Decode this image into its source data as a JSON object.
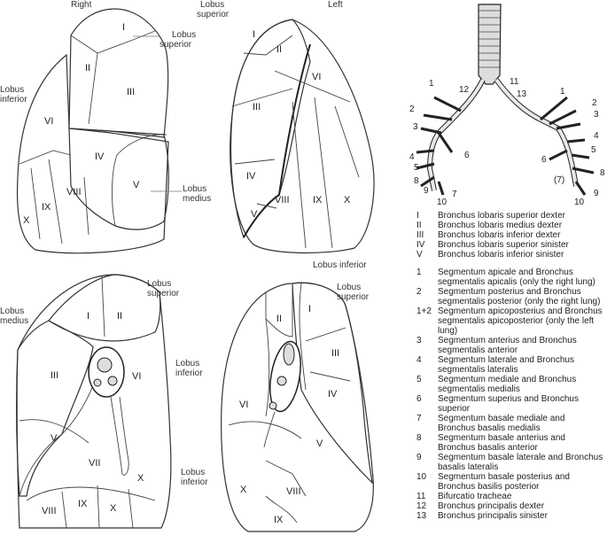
{
  "labels": {
    "right": "Right",
    "left": "Left",
    "lobus_superior": "Lobus superior",
    "lobus_inferior": "Lobus inferior",
    "lobus_medius": "Lobus medius"
  },
  "lobe_legend": [
    {
      "key": "I",
      "text": "Bronchus lobaris superior dexter"
    },
    {
      "key": "II",
      "text": "Bronchus lobaris medius dexter"
    },
    {
      "key": "III",
      "text": "Bronchus lobaris inferior dexter"
    },
    {
      "key": "IV",
      "text": "Bronchus lobaris superior sinister"
    },
    {
      "key": "V",
      "text": "Bronchus lobaris inferior sinister"
    }
  ],
  "segment_legend": [
    {
      "key": "1",
      "text": "Segmentum apicale and Bronchus segmentalis apicalis (only the right lung)"
    },
    {
      "key": "2",
      "text": "Segmentum posterius and Bronchus segmentalis posterior (only the right lung)"
    },
    {
      "key": "1+2",
      "text": "Segmentum apicoposterius and Bronchus segmentalis apicoposterior (only the left lung)"
    },
    {
      "key": "3",
      "text": "Segmentum anterius and Bronchus segmentalis anterior"
    },
    {
      "key": "4",
      "text": "Segmentum laterale and Bronchus segmentalis lateralis"
    },
    {
      "key": "5",
      "text": "Segmentum mediale and Bronchus segmentalis medialis"
    },
    {
      "key": "6",
      "text": "Segmentum superius and Bronchus superior"
    },
    {
      "key": "7",
      "text": "Segmentum basale mediale and Bronchus basalis medialis"
    },
    {
      "key": "8",
      "text": "Segmentum basale anterius and Bronchus basalis anterior"
    },
    {
      "key": "9",
      "text": "Segmentum basale laterale and Bronchus basalis lateralis"
    },
    {
      "key": "10",
      "text": "Segmentum basale posterius and Bronchus basilis posterior"
    },
    {
      "key": "11",
      "text": "Bifurcatio tracheae"
    },
    {
      "key": "12",
      "text": "Bronchus principalis dexter"
    },
    {
      "key": "13",
      "text": "Bronchus principalis sinister"
    }
  ],
  "segments": {
    "I": "I",
    "II": "II",
    "III": "III",
    "IV": "IV",
    "V": "V",
    "VI": "VI",
    "VII": "VII",
    "VIII": "VIII",
    "IX": "IX",
    "X": "X"
  },
  "bronchi_numbers": {
    "n1": "1",
    "n2": "2",
    "n3": "3",
    "n4": "4",
    "n5": "5",
    "n6": "6",
    "n7": "7",
    "n7p": "(7)",
    "n8": "8",
    "n9": "9",
    "n10": "10",
    "n11": "11",
    "n12": "12",
    "n13": "13"
  },
  "colors": {
    "blue": "#c5d0ec",
    "light_blue": "#e3e8f6",
    "grey": "#cfcfcf",
    "outline": "#333333"
  }
}
